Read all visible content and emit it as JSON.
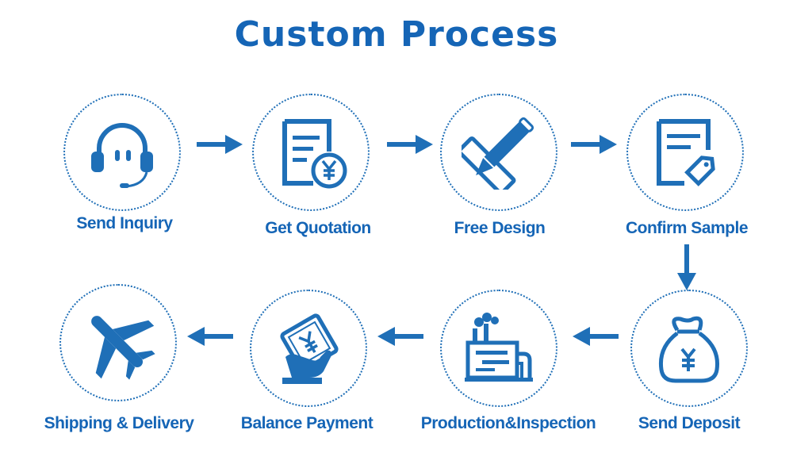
{
  "title": "Custom Process",
  "colors": {
    "primary": "#1f6fb7",
    "text": "#1565b6"
  },
  "steps": [
    {
      "label": "Send Inquiry",
      "icon": "headset-icon"
    },
    {
      "label": "Get Quotation",
      "icon": "quotation-document-icon"
    },
    {
      "label": "Free Design",
      "icon": "pencil-ruler-icon"
    },
    {
      "label": "Confirm Sample",
      "icon": "document-tag-icon"
    },
    {
      "label": "Send Deposit",
      "icon": "money-bag-icon"
    },
    {
      "label": "Production&Inspection",
      "icon": "factory-icon"
    },
    {
      "label": "Balance Payment",
      "icon": "hand-card-icon"
    },
    {
      "label": "Shipping & Delivery",
      "icon": "airplane-icon"
    }
  ]
}
